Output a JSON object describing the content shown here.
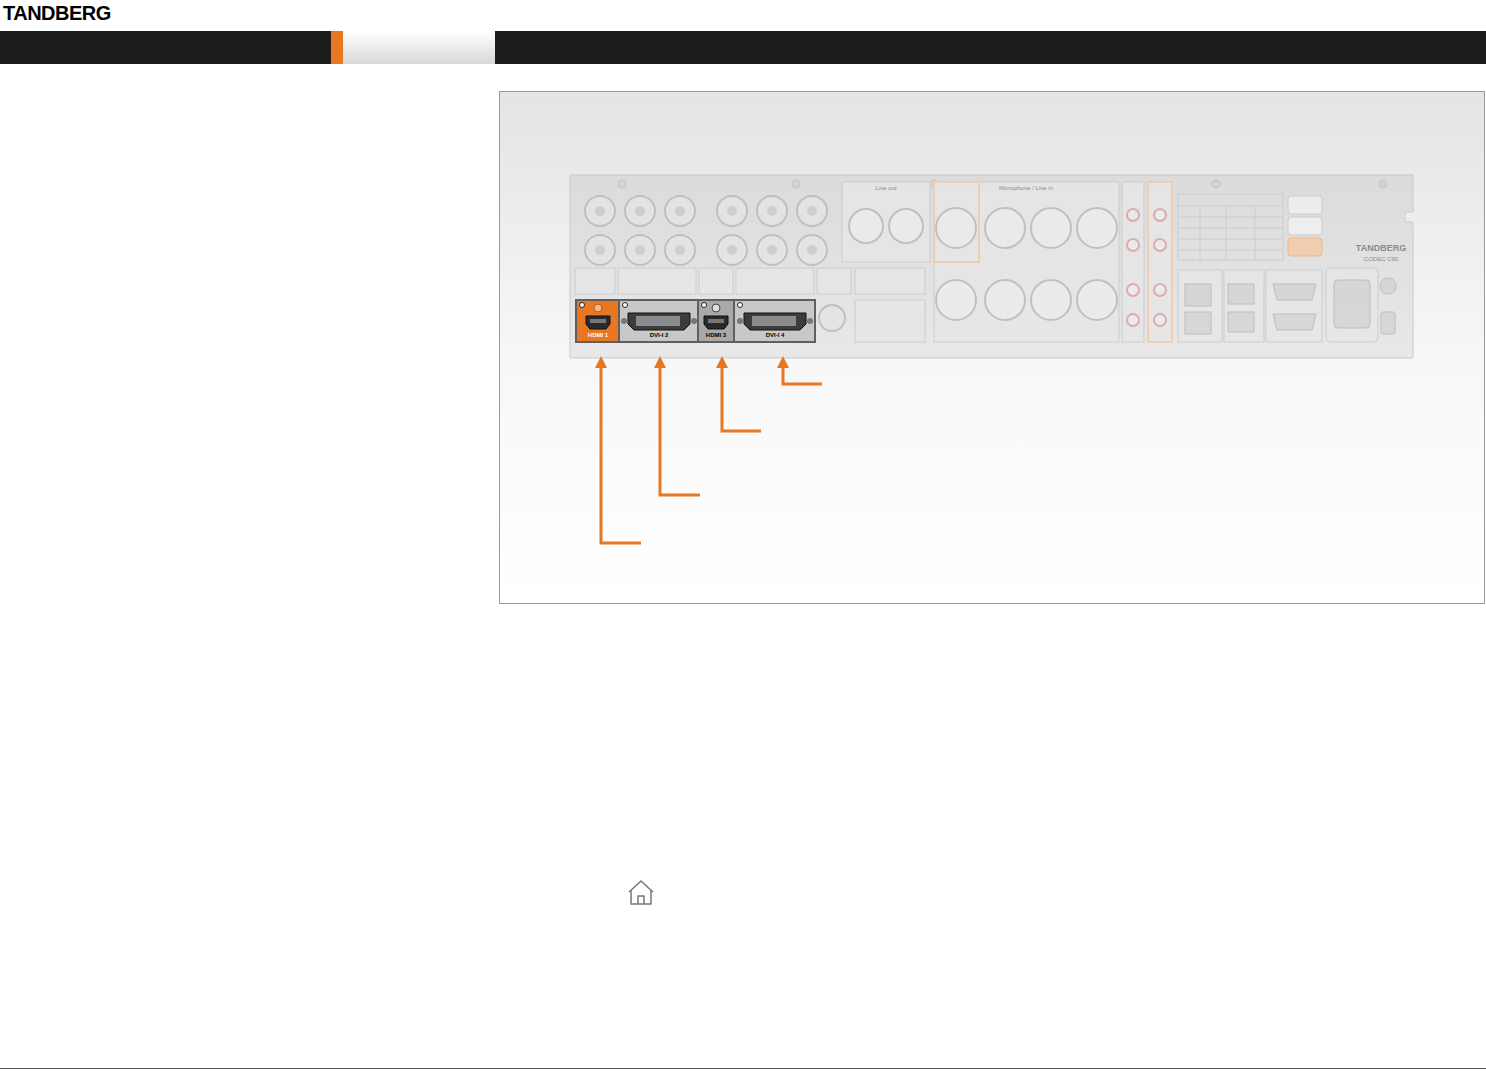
{
  "diagram": {
    "labels": [
      "TANDBERG",
      "Line out",
      "Microphone / Line in",
      "TANDBERG",
      "CODEC C90",
      "HDMI 1",
      "DVI-I 2",
      "HDMI 3",
      "DVI-I 4"
    ]
  }
}
